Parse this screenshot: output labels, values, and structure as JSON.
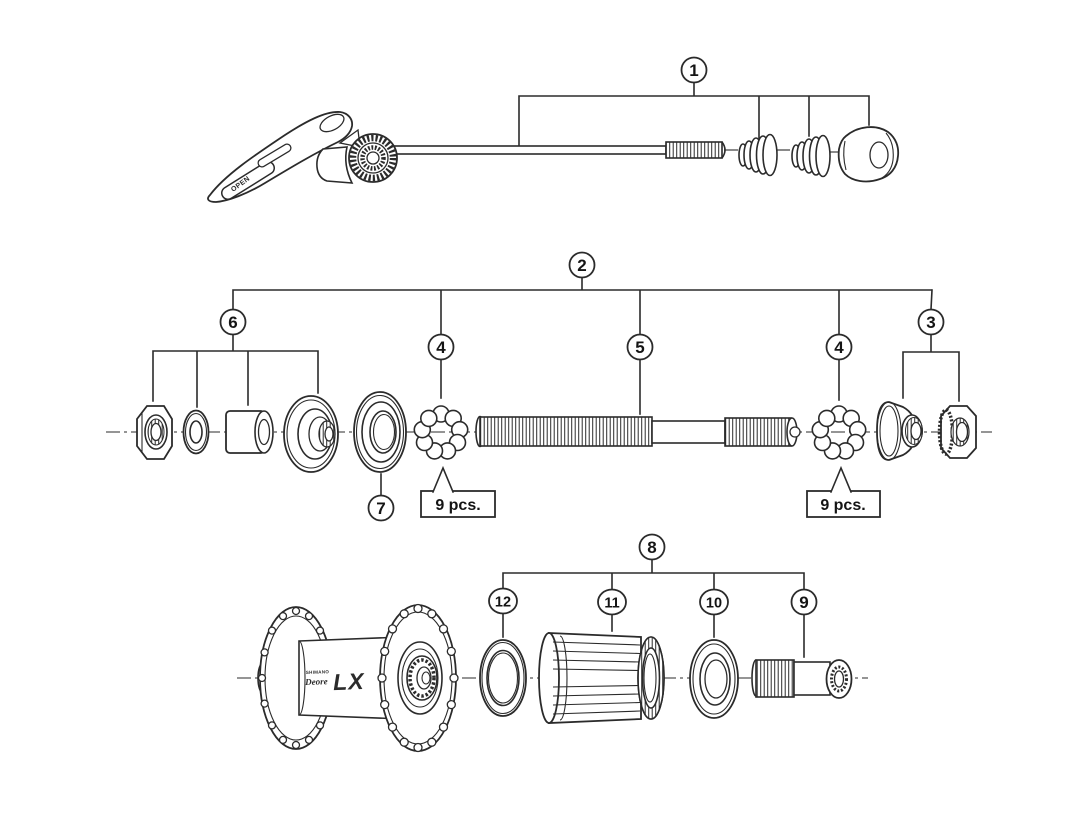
{
  "callouts": {
    "c1": "1",
    "c2": "2",
    "c3": "3",
    "c4": "4",
    "c5": "5",
    "c6": "6",
    "c7": "7",
    "c8": "8",
    "c9": "9",
    "c10": "10",
    "c11": "11",
    "c12": "12"
  },
  "labels": {
    "bearing_count_left": "9 pcs.",
    "bearing_count_right": "9 pcs."
  },
  "quick_release": {
    "lever_label": "OPEN"
  },
  "hub_logo": {
    "brand": "SHIMANO",
    "series": "Deore",
    "model": "LX"
  },
  "colors": {
    "line": "#2b2b2b",
    "background": "#ffffff",
    "callout_text": "#141414"
  }
}
